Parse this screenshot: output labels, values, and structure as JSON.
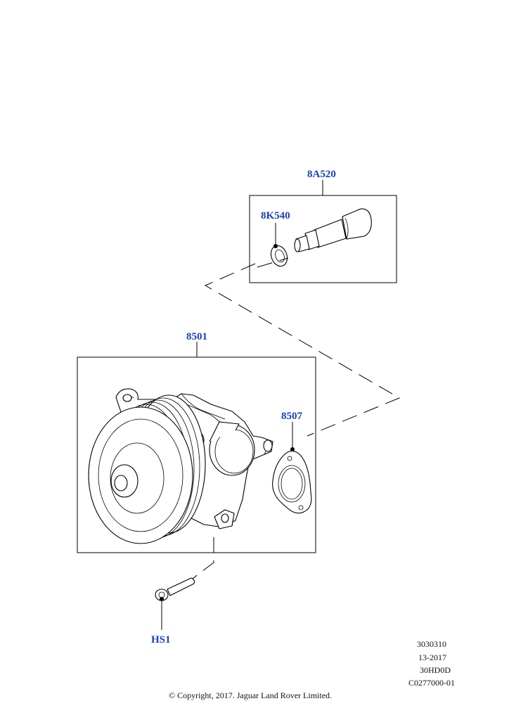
{
  "callouts": {
    "c8A520": "8A520",
    "c8K540": "8K540",
    "c8501": "8501",
    "c8507": "8507",
    "cHS1": "HS1"
  },
  "reference": {
    "line1": "3030310",
    "line2": "13-2017",
    "line3": "30HD0D",
    "line4": "C0277000-01"
  },
  "copyright": "© Copyright, 2017. Jaguar Land Rover Limited."
}
